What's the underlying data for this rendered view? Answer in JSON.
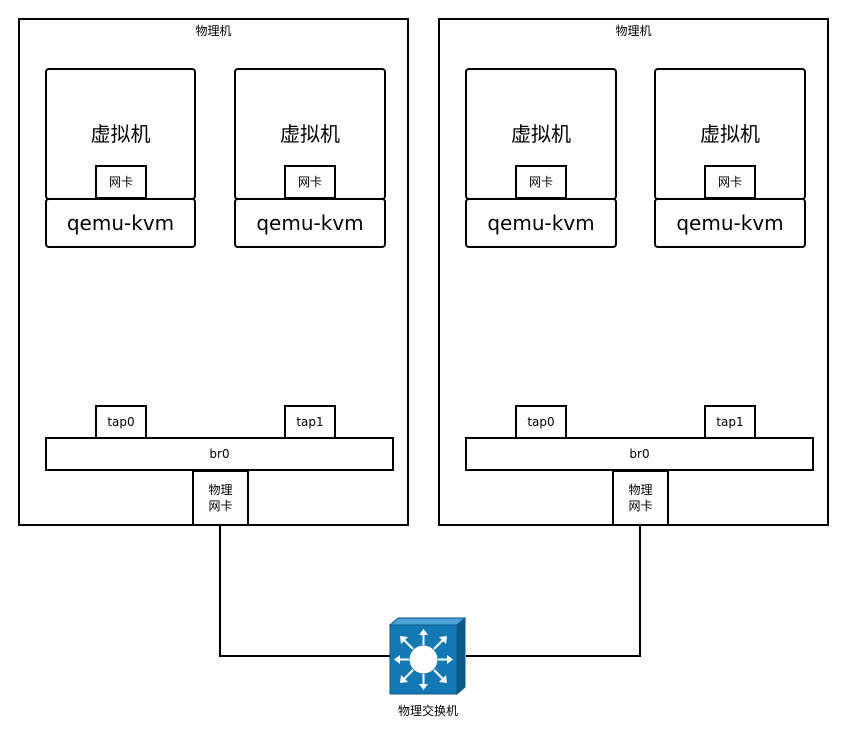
{
  "hosts": [
    {
      "title": "物理机",
      "vms": [
        {
          "title": "虚拟机",
          "nic": "网卡",
          "hypervisor": "qemu-kvm",
          "tap": "tap0"
        },
        {
          "title": "虚拟机",
          "nic": "网卡",
          "hypervisor": "qemu-kvm",
          "tap": "tap1"
        }
      ],
      "bridge": "br0",
      "physical_nic": {
        "line1": "物理",
        "line2": "网卡"
      }
    },
    {
      "title": "物理机",
      "vms": [
        {
          "title": "虚拟机",
          "nic": "网卡",
          "hypervisor": "qemu-kvm",
          "tap": "tap0"
        },
        {
          "title": "虚拟机",
          "nic": "网卡",
          "hypervisor": "qemu-kvm",
          "tap": "tap1"
        }
      ],
      "bridge": "br0",
      "physical_nic": {
        "line1": "物理",
        "line2": "网卡"
      }
    }
  ],
  "switch": {
    "label": "物理交换机",
    "icon": "network-switch-icon",
    "color": "#1379b4"
  }
}
